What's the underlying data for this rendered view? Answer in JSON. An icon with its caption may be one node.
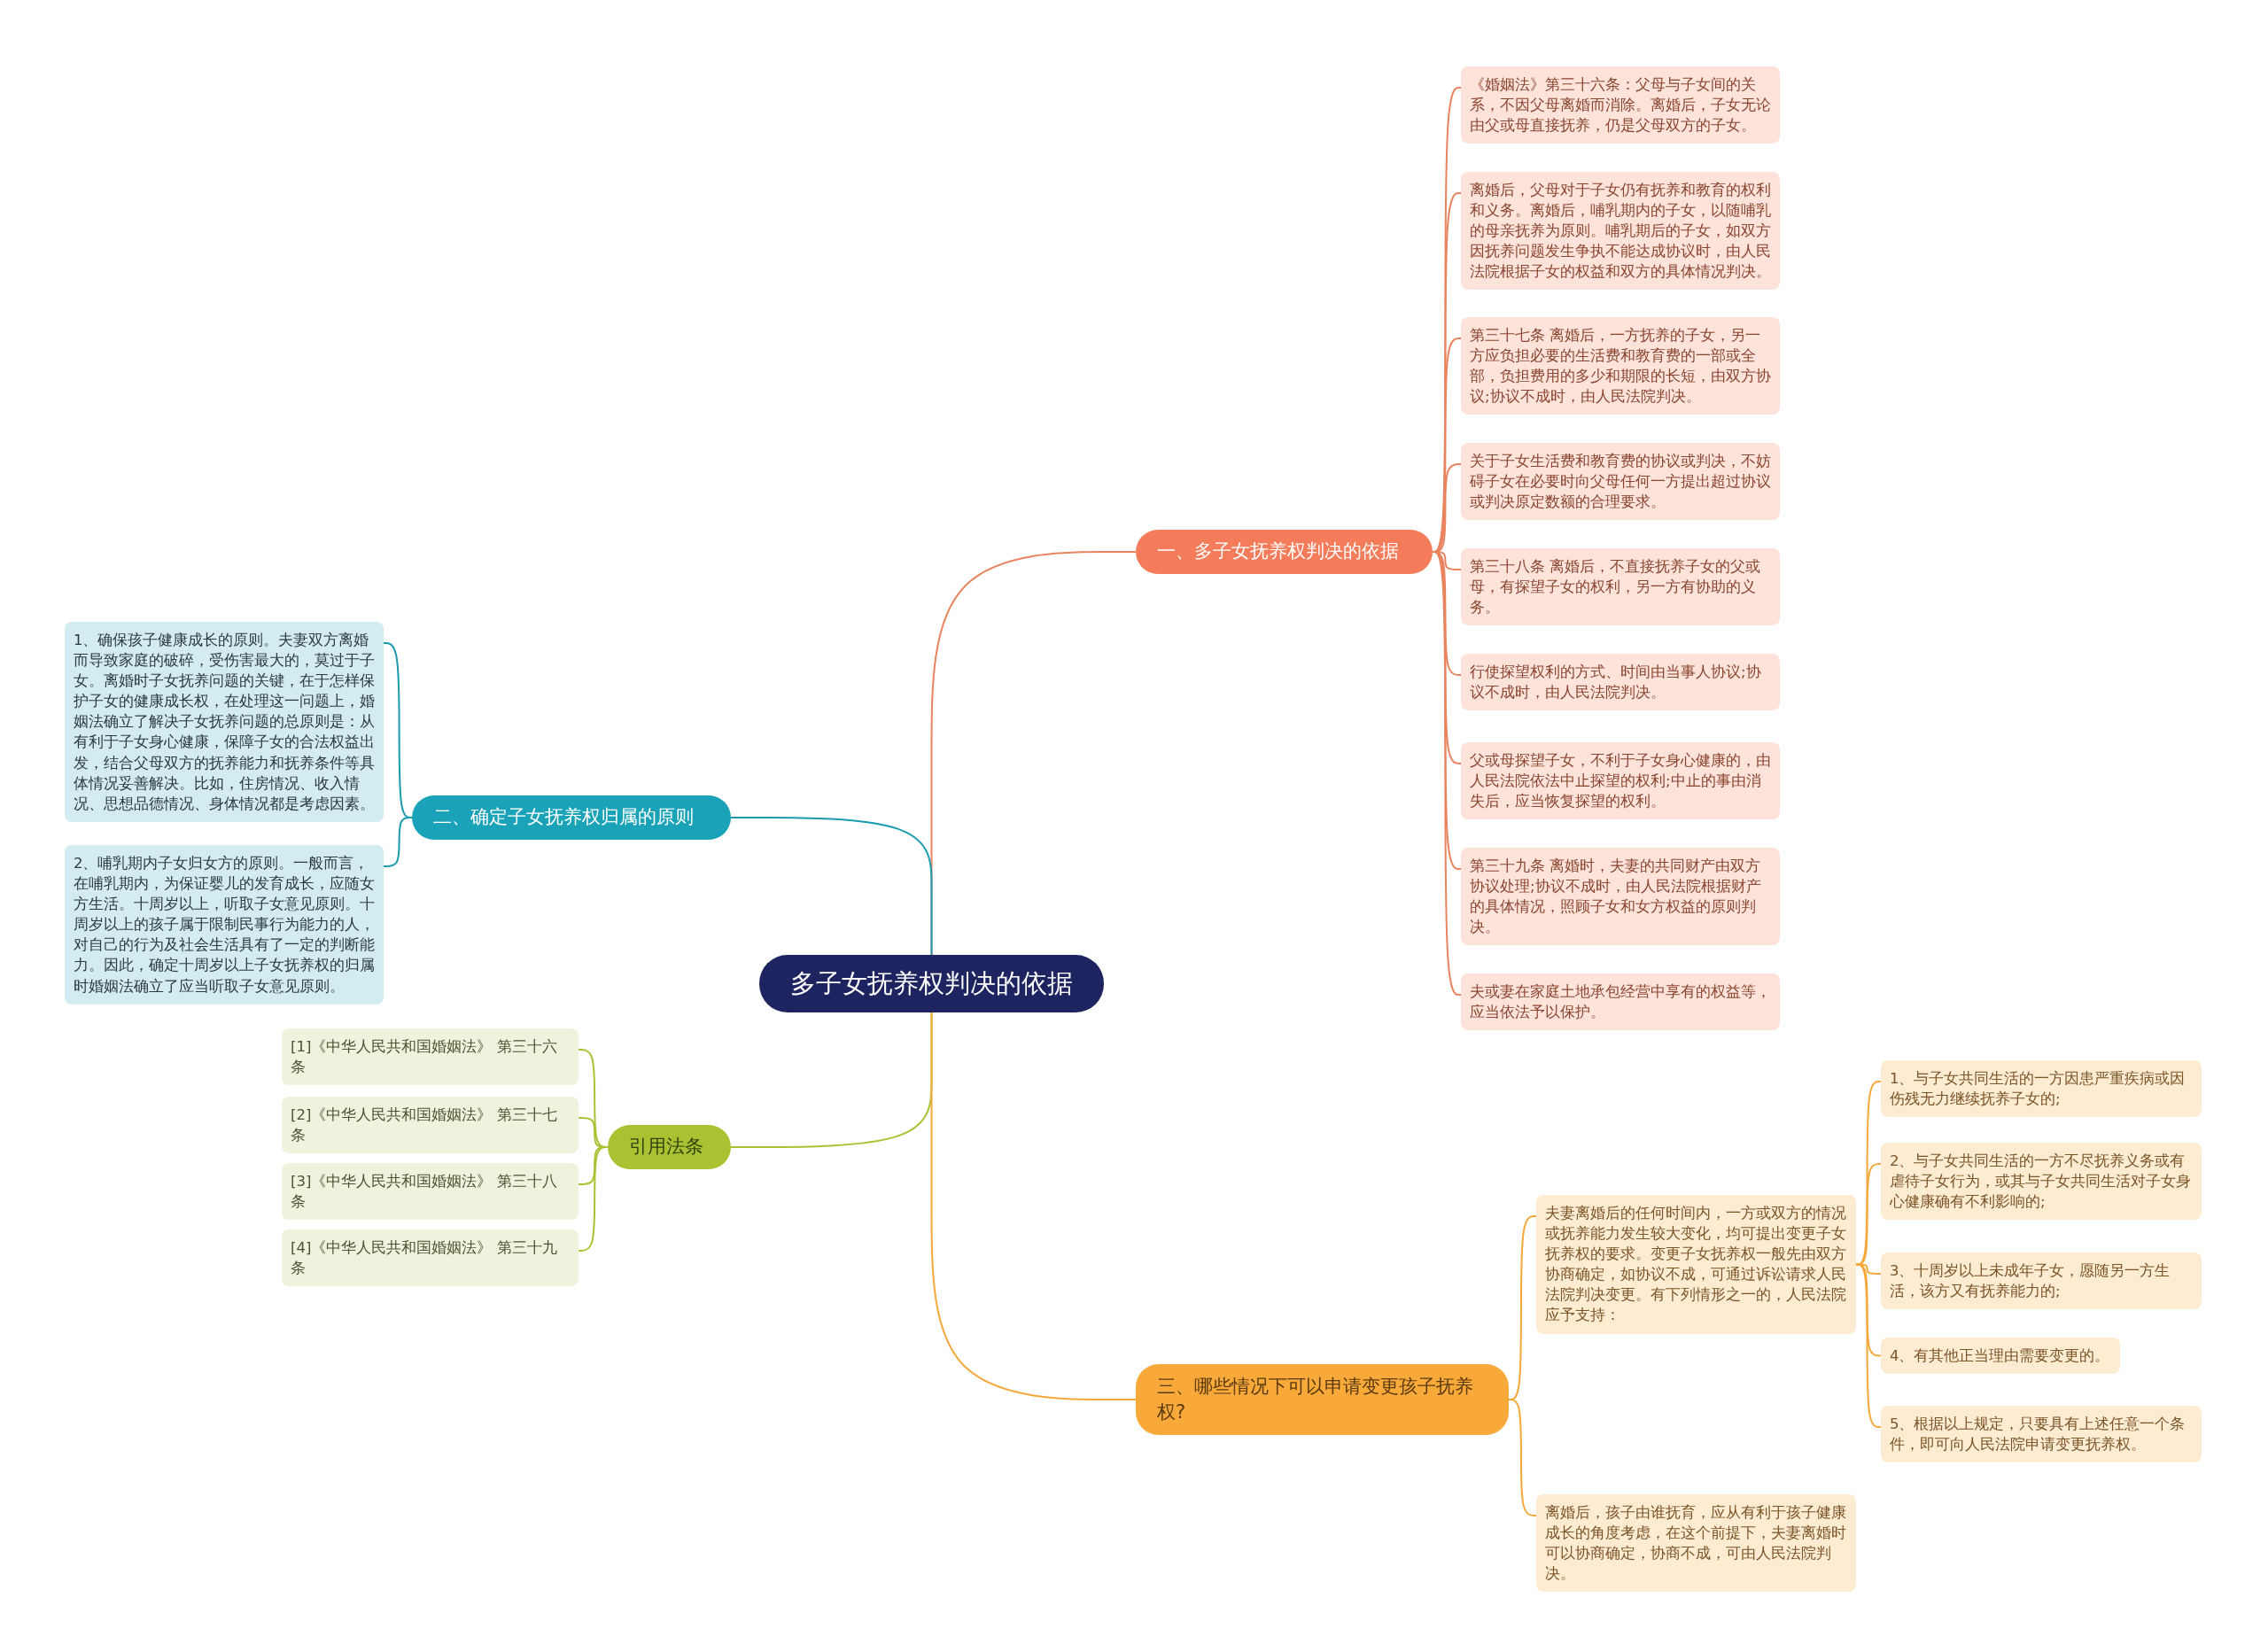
{
  "diagram": {
    "nodes": [
      {
        "text": [
          "多子女抚养权判决的依据"
        ]
      },
      {
        "text": [
          "一、多子女抚养权判决的依据"
        ]
      },
      {
        "text": [
          "《婚姻法》第三十六条：父母与子女间的关系，不因父母离婚而消除。离婚后，子女无论由父或母直接抚养，仍是父母双方的子女。"
        ]
      },
      {
        "text": [
          "离婚后，父母对于子女仍有抚养和教育的权利和义务。离婚后，哺乳期内的子女，以随哺乳的母亲抚养为原则。哺乳期后的子女，如双方因抚养问题发生争执不能达成协议时，由人民法院根据子女的权益和双方的具体情况判决。"
        ]
      },
      {
        "text": [
          "第三十七条 离婚后，一方抚养的子女，另一方应负担必要的生活费和教育费的一部或全部，负担费用的多少和期限的长短，由双方协议;协议不成时，由人民法院判决。"
        ]
      },
      {
        "text": [
          "关于子女生活费和教育费的协议或判决，不妨碍子女在必要时向父母任何一方提出超过协议或判决原定数额的合理要求。"
        ]
      },
      {
        "text": [
          "第三十八条 离婚后，不直接抚养子女的父或母，有探望子女的权利，另一方有协助的义务。"
        ]
      },
      {
        "text": [
          "行使探望权利的方式、时间由当事人协议;协议不成时，由人民法院判决。"
        ]
      },
      {
        "text": [
          "父或母探望子女，不利于子女身心健康的，由人民法院依法中止探望的权利;中止的事由消失后，应当恢复探望的权利。"
        ]
      },
      {
        "text": [
          "第三十九条 离婚时，夫妻的共同财产由双方协议处理;协议不成时，由人民法院根据财产的具体情况，照顾子女和女方权益的原则判决。"
        ]
      },
      {
        "text": [
          "夫或妻在家庭土地承包经营中享有的权益等，应当依法予以保护。"
        ]
      },
      {
        "text": [
          "二、确定子女抚养权归属的原则"
        ]
      },
      {
        "text": [
          "1、确保孩子健康成长的原则。夫妻双方离婚而导致家庭的破碎，受伤害最大的，莫过于子女。离婚时子女抚养问题的关键，在于怎样保护子女的健康成长权，在处理这一问题上，婚姻法确立了解决子女抚养问题的总原则是：从有利于子女身心健康，保障子女的合法权益出发，结合父母双方的抚养能力和抚养条件等具体情况妥善解决。比如，住房情况、收入情况、思想品德情况、身体情况都是考虑因素。"
        ]
      },
      {
        "text": [
          "2、哺乳期内子女归女方的原则。一般而言，在哺乳期内，为保证婴儿的发育成长，应随女方生活。十周岁以上，听取子女意见原则。十周岁以上的孩子属于限制民事行为能力的人，对自己的行为及社会生活具有了一定的判断能力。因此，确定十周岁以上子女抚养权的归属时婚姻法确立了应当听取子女意见原则。"
        ]
      },
      {
        "text": [
          "引用法条"
        ]
      },
      {
        "text": [
          "[1]《中华人民共和国婚姻法》 第三十六条"
        ]
      },
      {
        "text": [
          "[2]《中华人民共和国婚姻法》 第三十七条"
        ]
      },
      {
        "text": [
          "[3]《中华人民共和国婚姻法》 第三十八条"
        ]
      },
      {
        "text": [
          "[4]《中华人民共和国婚姻法》 第三十九条"
        ]
      },
      {
        "text": [
          "三、哪些情况下可以申请变更孩子抚养权?"
        ]
      },
      {
        "text": [
          "夫妻离婚后的任何时间内，一方或双方的情况或抚养能力发生较大变化，均可提出变更子女抚养权的要求。变更子女抚养权一般先由双方协商确定，如协议不成，可通过诉讼请求人民法院判决变更。有下列情形之一的，人民法院应予支持："
        ]
      },
      {
        "text": [
          "1、与子女共同生活的一方因患严重疾病或因伤残无力继续抚养子女的;"
        ]
      },
      {
        "text": [
          "2、与子女共同生活的一方不尽抚养义务或有虐待子女行为，或其与子女共同生活对子女身心健康确有不利影响的;"
        ]
      },
      {
        "text": [
          "3、十周岁以上未成年子女，愿随另一方生活，该方又有抚养能力的;"
        ]
      },
      {
        "text": [
          "4、有其他正当理由需要变更的。"
        ]
      },
      {
        "text": [
          "5、根据以上规定，只要具有上述任意一个条件，即可向人民法院申请变更抚养权。"
        ]
      },
      {
        "text": [
          "离婚后，孩子由谁抚育，应从有利于孩子健康成长的角度考虑，在这个前提下，夫妻离婚时可以协商确定，协商不成，可由人民法院判决。"
        ]
      }
    ],
    "edges": [
      {
        "from": 0,
        "to": 1,
        "arrow": "none"
      },
      {
        "from": 1,
        "to": 2,
        "arrow": "none"
      },
      {
        "from": 1,
        "to": 3,
        "arrow": "none"
      },
      {
        "from": 1,
        "to": 4,
        "arrow": "none"
      },
      {
        "from": 1,
        "to": 5,
        "arrow": "none"
      },
      {
        "from": 1,
        "to": 6,
        "arrow": "none"
      },
      {
        "from": 1,
        "to": 7,
        "arrow": "none"
      },
      {
        "from": 1,
        "to": 8,
        "arrow": "none"
      },
      {
        "from": 1,
        "to": 9,
        "arrow": "none"
      },
      {
        "from": 1,
        "to": 10,
        "arrow": "none"
      },
      {
        "from": 0,
        "to": 11,
        "arrow": "none",
        "color": "#1a9bb0"
      },
      {
        "from": 11,
        "to": 12,
        "arrow": "none",
        "color": "#1a9bb0"
      },
      {
        "from": 11,
        "to": 13,
        "arrow": "none",
        "color": "#1a9bb0"
      },
      {
        "from": 0,
        "to": 14,
        "arrow": "none",
        "color": "#a8c232"
      },
      {
        "from": 14,
        "to": 15,
        "arrow": "none",
        "color": "#a8c232"
      },
      {
        "from": 14,
        "to": 16,
        "arrow": "none",
        "color": "#a8c232"
      },
      {
        "from": 14,
        "to": 17,
        "arrow": "none",
        "color": "#a8c232"
      },
      {
        "from": 14,
        "to": 18,
        "arrow": "none",
        "color": "#a8c232"
      },
      {
        "from": 0,
        "to": 19,
        "arrow": "none",
        "color": "#f5a83a"
      },
      {
        "from": 19,
        "to": 20,
        "arrow": "none",
        "color": "#f5a83a"
      },
      {
        "from": 19,
        "to": 26,
        "arrow": "none",
        "color": "#f5a83a"
      },
      {
        "from": 20,
        "to": 21,
        "arrow": "none",
        "color": "#f5a83a"
      },
      {
        "from": 20,
        "to": 22,
        "arrow": "none",
        "color": "#f5a83a"
      },
      {
        "from": 20,
        "to": 23,
        "arrow": "none",
        "color": "#f5a83a"
      },
      {
        "from": 20,
        "to": 24,
        "arrow": "none",
        "color": "#f5a83a"
      },
      {
        "from": 20,
        "to": 25,
        "arrow": "none",
        "color": "#f5a83a"
      }
    ]
  }
}
